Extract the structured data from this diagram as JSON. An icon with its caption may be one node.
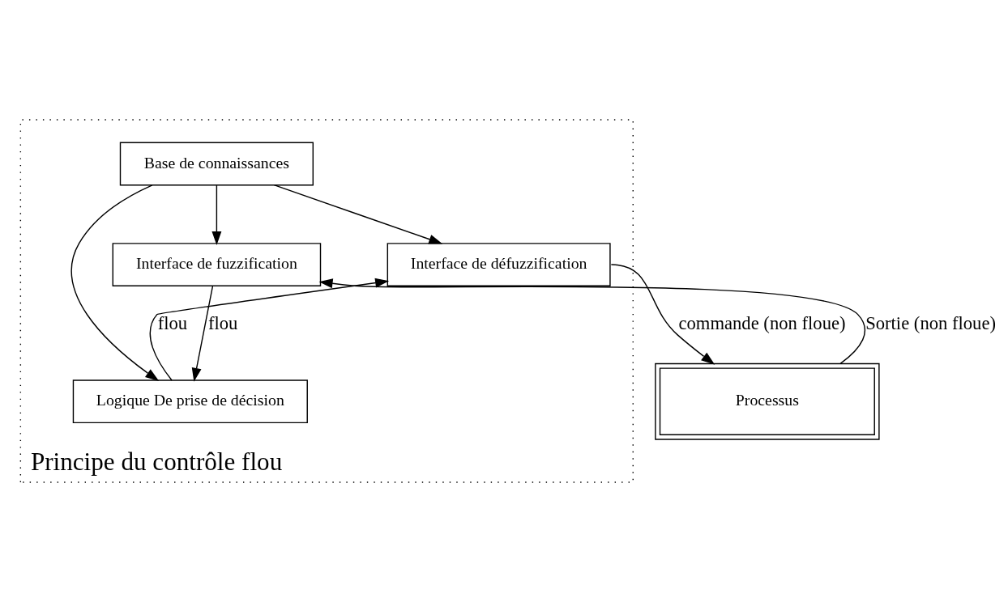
{
  "diagram": {
    "nodes": [
      {
        "text": [
          "Principe du contrôle flou"
        ]
      },
      {
        "text": [
          "Base de connaissances"
        ],
        "in": 0
      },
      {
        "text": [
          "Interface de fuzzification"
        ],
        "in": 0
      },
      {
        "text": [
          "Interface de défuzzification"
        ],
        "in": 0
      },
      {
        "text": [
          "Logique De prise de décision"
        ],
        "in": 0
      },
      {
        "text": [
          "Processus"
        ]
      }
    ],
    "edges": [
      {
        "from": 1,
        "to": 2,
        "arrow": "to"
      },
      {
        "from": 1,
        "to": 4,
        "arrow": "to"
      },
      {
        "from": 1,
        "to": 3,
        "arrow": "to"
      },
      {
        "from": 2,
        "to": 4,
        "arrow": "to",
        "label": "flou"
      },
      {
        "from": 4,
        "to": 3,
        "arrow": "to",
        "label": "flou"
      },
      {
        "from": 3,
        "to": 5,
        "arrow": "to",
        "label": "commande (non floue)"
      },
      {
        "from": 5,
        "to": 2,
        "arrow": "to",
        "label": "Sortie (non floue)"
      }
    ]
  }
}
